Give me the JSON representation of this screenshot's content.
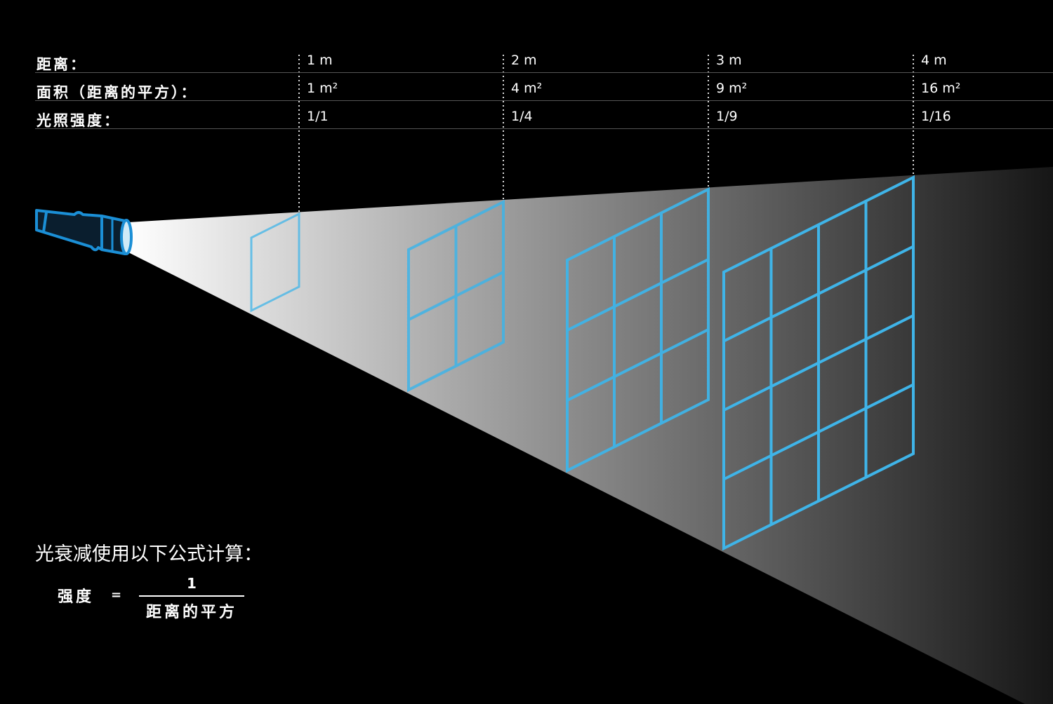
{
  "table": {
    "labels": {
      "distance": "距离：",
      "area": "面积（距离的平方）：",
      "intensity": "光照强度："
    },
    "columns": [
      {
        "distance": "1 m",
        "area": "1 m²",
        "intensity": "1/1"
      },
      {
        "distance": "2 m",
        "area": "4 m²",
        "intensity": "1/4"
      },
      {
        "distance": "3 m",
        "area": "9 m²",
        "intensity": "1/9"
      },
      {
        "distance": "4 m",
        "area": "16 m²",
        "intensity": "1/16"
      }
    ]
  },
  "grids": [
    {
      "divisions": 1
    },
    {
      "divisions": 2
    },
    {
      "divisions": 3
    },
    {
      "divisions": 4
    }
  ],
  "formula": {
    "intro": "光衰减使用以下公式计算：",
    "lhs": "强度",
    "equals": "=",
    "numerator": "1",
    "denominator": "距离的平方"
  },
  "colors": {
    "grid_stroke": "#3fb4e8",
    "flashlight": "#1b8fd6",
    "background": "#000000"
  },
  "icons": {
    "light_source": "flashlight-icon"
  }
}
